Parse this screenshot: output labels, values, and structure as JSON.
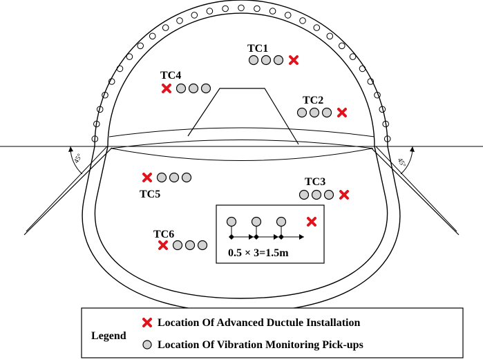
{
  "groups": [
    {
      "label": "TC1",
      "pickups": 3,
      "ductule": "right"
    },
    {
      "label": "TC2",
      "pickups": 3,
      "ductule": "right"
    },
    {
      "label": "TC3",
      "pickups": 3,
      "ductule": "right"
    },
    {
      "label": "TC4",
      "pickups": 3,
      "ductule": "left"
    },
    {
      "label": "TC5",
      "pickups": 3,
      "ductule": "left"
    },
    {
      "label": "TC6",
      "pickups": 3,
      "ductule": "left"
    }
  ],
  "angles": {
    "left": "45°",
    "right": "45°"
  },
  "spacing_label": "0.5 × 3=1.5m",
  "legend": {
    "title": "Legend",
    "ductule_label": "Location Of Advanced Ductule Installation",
    "pickup_label": "Location Of Vibration Monitoring Pick-ups"
  },
  "colors": {
    "ductule_marker": "#e0141c",
    "pickup_fill": "#d3d3d3",
    "line": "#000000"
  },
  "arch_pipe_count": 29
}
